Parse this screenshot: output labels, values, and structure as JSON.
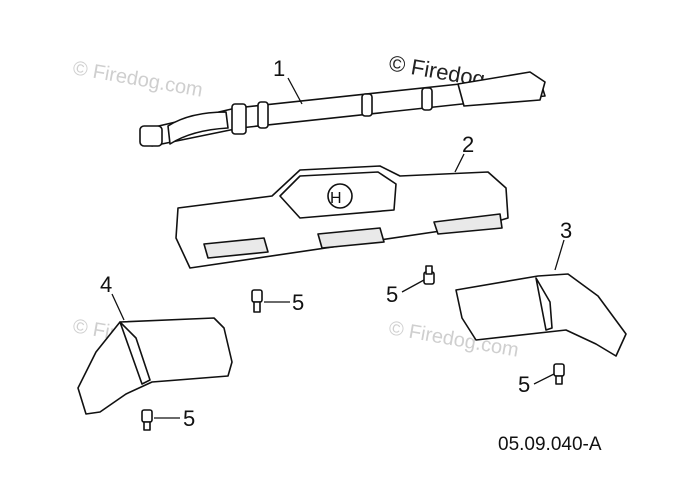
{
  "watermarks": {
    "text_top_left": "© Firedog.com",
    "text_top_right": "© Firedog.com",
    "text_mid_left": "© Firedog.com",
    "text_mid_right": "© Firedog.com"
  },
  "callouts": {
    "part_1": "1",
    "part_2": "2",
    "part_3": "3",
    "part_4": "4",
    "bolt_a": "5",
    "bolt_b": "5",
    "bolt_c": "5",
    "bolt_d": "5"
  },
  "figure_code": "05.09.040-A"
}
